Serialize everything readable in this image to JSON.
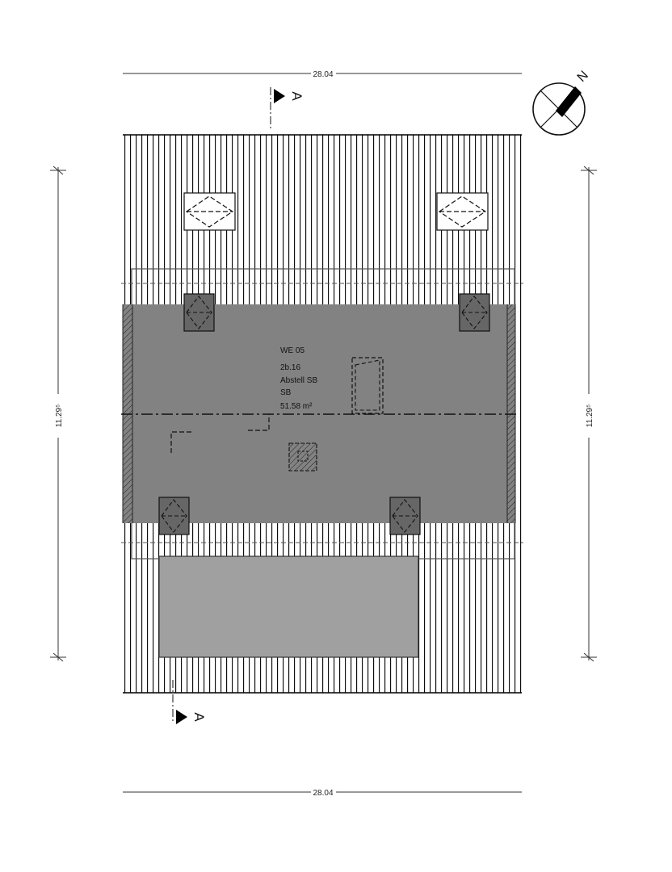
{
  "dimensions": {
    "top_width": "28.04",
    "bottom_width": "28.04",
    "left_depth": "11.29⁵",
    "right_depth": "11.29⁵"
  },
  "section_markers": {
    "top_label": "A",
    "bottom_label": "A"
  },
  "room": {
    "unit": "WE 05",
    "number": "2b.16",
    "name": "Abstell SB",
    "code": "SB",
    "area": "51.58 m²"
  },
  "north_arrow": {
    "label": "N",
    "icon": "north-arrow-icon"
  },
  "colors": {
    "roof_lines": "#000000",
    "room_fill": "#828282",
    "lower_roof_fill": "#a0a0a0",
    "line": "#111111"
  }
}
